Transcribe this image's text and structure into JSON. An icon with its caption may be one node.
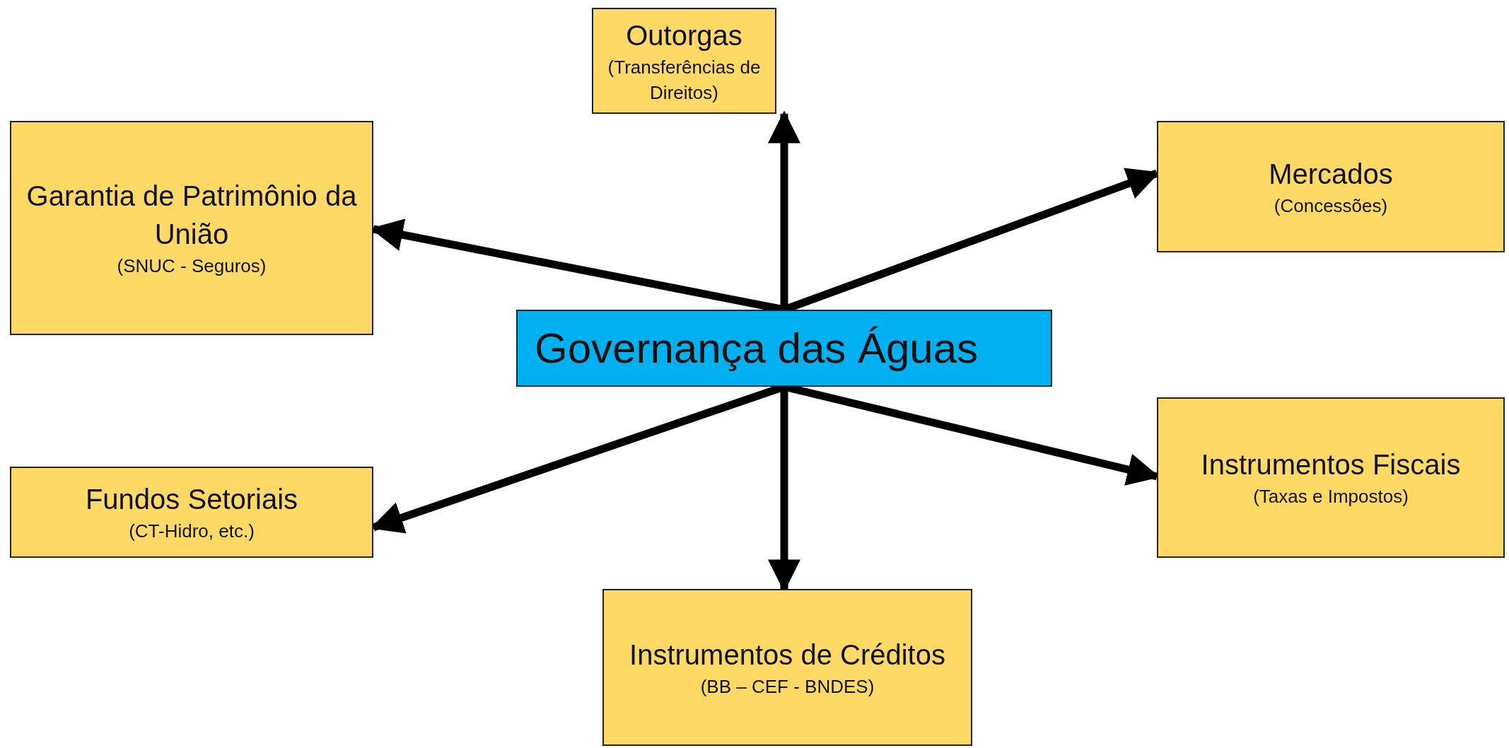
{
  "diagram": {
    "nodes": [
      {
        "text": [
          "Outorgas",
          "(Transferências de Direitos)"
        ]
      },
      {
        "text": [
          "Garantia de Patrimônio da União",
          "(SNUC - Seguros)"
        ]
      },
      {
        "text": [
          "Mercados",
          "(Concessões)"
        ]
      },
      {
        "text": [
          "Governança das Águas"
        ]
      },
      {
        "text": [
          "Fundos Setoriais",
          "(CT-Hidro, etc.)"
        ]
      },
      {
        "text": [
          "Instrumentos Fiscais",
          "(Taxas e Impostos)"
        ]
      },
      {
        "text": [
          "Instrumentos de Créditos",
          "(BB – CEF - BNDES)"
        ]
      }
    ],
    "edges": [
      {
        "from": 3,
        "to": 0,
        "arrow": "to"
      },
      {
        "from": 3,
        "to": 1,
        "arrow": "to"
      },
      {
        "from": 3,
        "to": 2,
        "arrow": "to"
      },
      {
        "from": 3,
        "to": 4,
        "arrow": "to"
      },
      {
        "from": 3,
        "to": 5,
        "arrow": "to"
      },
      {
        "from": 3,
        "to": 6,
        "arrow": "to"
      }
    ]
  }
}
